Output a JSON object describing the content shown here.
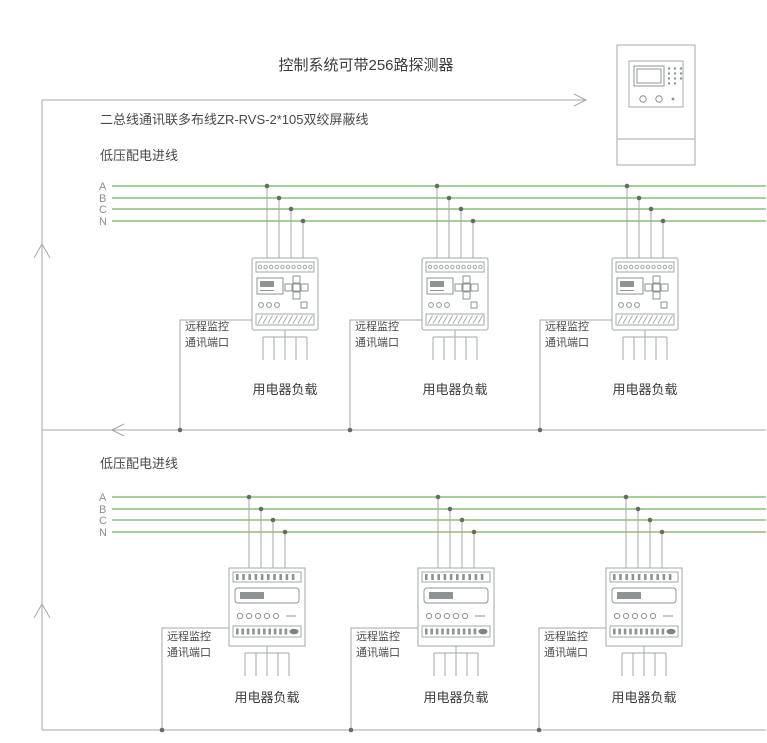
{
  "colors": {
    "phase_line": "#74b257",
    "wire_line": "#a3a8a8",
    "junction_dot": "#666b66",
    "text_dark": "#3c3c3c",
    "text_mid": "#4a4a4a",
    "text_light": "#8a9090"
  },
  "header": {
    "title": "控制系统可带256路探测器",
    "bus_label": "二总线通讯联多布线ZR-RVS-2*105双绞屏蔽线"
  },
  "icons": {
    "control_panel": "fire-control-panel-icon",
    "monitor_top": "power-monitor-module-icon",
    "monitor_bottom": "din-rail-meter-icon",
    "up_arrow": "up-arrow-icon",
    "left_arrow": "left-arrow-icon",
    "right_arrow": "right-arrow-icon"
  },
  "sections": [
    {
      "feed_label": "低压配电进线",
      "phases": [
        "A",
        "B",
        "C",
        "N"
      ],
      "devices": [
        {
          "port_line1": "远程监控",
          "port_line2": "通讯端口",
          "load_label": "用电器负载"
        },
        {
          "port_line1": "远程监控",
          "port_line2": "通讯端口",
          "load_label": "用电器负载"
        },
        {
          "port_line1": "远程监控",
          "port_line2": "通讯端口",
          "load_label": "用电器负载"
        }
      ]
    },
    {
      "feed_label": "低压配电进线",
      "phases": [
        "A",
        "B",
        "C",
        "N"
      ],
      "devices": [
        {
          "port_line1": "远程监控",
          "port_line2": "通讯端口",
          "load_label": "用电器负载"
        },
        {
          "port_line1": "远程监控",
          "port_line2": "通讯端口",
          "load_label": "用电器负载"
        },
        {
          "port_line1": "远程监控",
          "port_line2": "通讯端口",
          "load_label": "用电器负载"
        }
      ]
    }
  ]
}
